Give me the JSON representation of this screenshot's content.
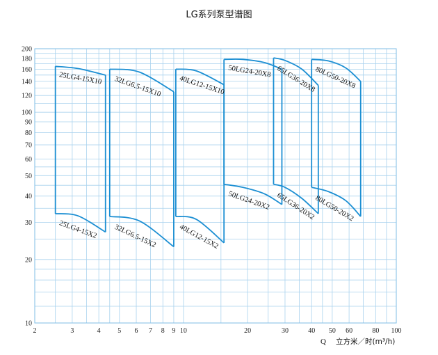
{
  "title": "LG系列泵型谱图",
  "chart_data": {
    "type": "line",
    "title": "LG系列泵型谱图",
    "x_scale": "log",
    "y_scale": "log",
    "xlim": [
      2,
      100
    ],
    "ylim": [
      10,
      200
    ],
    "x_ticks": [
      2,
      3,
      4,
      5,
      6,
      7,
      8,
      9,
      10,
      20,
      30,
      40,
      50,
      60,
      80,
      100
    ],
    "y_ticks": [
      10,
      20,
      30,
      40,
      50,
      60,
      70,
      80,
      90,
      100,
      120,
      140,
      160,
      180,
      200
    ],
    "xlabel_symbol": "Q",
    "xlabel": "立方米／时(m³/h)",
    "x_gridlines": [
      2,
      2.5,
      3,
      3.5,
      4,
      4.5,
      5,
      6,
      7,
      8,
      9,
      10,
      15,
      20,
      25,
      30,
      35,
      40,
      45,
      50,
      60,
      70,
      80,
      90,
      100
    ],
    "y_gridlines": [
      10,
      12,
      14,
      16,
      18,
      20,
      25,
      30,
      35,
      40,
      45,
      50,
      55,
      60,
      70,
      80,
      90,
      100,
      110,
      120,
      130,
      140,
      150,
      160,
      170,
      180,
      190,
      200
    ],
    "grid": true,
    "colors": {
      "curve": "#1c8fd3",
      "grid": "#a9d2ee",
      "frame": "#7fbde6"
    },
    "series": [
      {
        "name": "25LG4-15X10 / 25LG4-15X2",
        "top_label": "25LG4-15X10",
        "bottom_label": "25LG4-15X2",
        "q_min": 2.5,
        "q_max": 4.3,
        "top_curve": [
          [
            2.5,
            165
          ],
          [
            3.2,
            161
          ],
          [
            4.3,
            150
          ]
        ],
        "bottom_curve": [
          [
            2.5,
            33
          ],
          [
            3.2,
            32.2
          ],
          [
            4.3,
            27
          ]
        ]
      },
      {
        "name": "32LG6.5-15X10 / 32LG6.5-15X2",
        "top_label": "32LG6.5-15X10",
        "bottom_label": "32LG6.5-15X2",
        "q_min": 4.5,
        "q_max": 9.0,
        "top_curve": [
          [
            4.5,
            160
          ],
          [
            6.2,
            155
          ],
          [
            9.0,
            125
          ]
        ],
        "bottom_curve": [
          [
            4.5,
            32
          ],
          [
            6.2,
            30.5
          ],
          [
            9.0,
            23
          ]
        ]
      },
      {
        "name": "40LG12-15X10 / 40LG12-15X2",
        "top_label": "40LG12-15X10",
        "bottom_label": "40LG12-15X2",
        "q_min": 9.2,
        "q_max": 15.5,
        "top_curve": [
          [
            9.2,
            160
          ],
          [
            11.5,
            157
          ],
          [
            15.5,
            135
          ]
        ],
        "bottom_curve": [
          [
            9.2,
            32
          ],
          [
            11.5,
            31
          ],
          [
            15.5,
            24
          ]
        ]
      },
      {
        "name": "50LG24-20X8 / 50LG24-20X2",
        "top_label": "50LG24-20X8",
        "bottom_label": "50LG24-20X2",
        "q_min": 15.5,
        "q_max": 29,
        "top_curve": [
          [
            15.5,
            178
          ],
          [
            19,
            178
          ],
          [
            24,
            172
          ],
          [
            29,
            160
          ]
        ],
        "bottom_curve": [
          [
            15.5,
            45.5
          ],
          [
            19,
            44
          ],
          [
            24,
            41
          ],
          [
            29,
            36.5
          ]
        ]
      },
      {
        "name": "65LG36-20X8 / 65LG36-20X2",
        "top_label": "65LG36-20X8",
        "bottom_label": "65LG36-20X2",
        "q_min": 26.5,
        "q_max": 43,
        "top_curve": [
          [
            26.5,
            181
          ],
          [
            30,
            176
          ],
          [
            36,
            160
          ],
          [
            43,
            134
          ]
        ],
        "bottom_curve": [
          [
            26.5,
            45.5
          ],
          [
            30,
            44
          ],
          [
            36,
            39
          ],
          [
            43,
            33
          ]
        ]
      },
      {
        "name": "80LG50-20X8 / 80LG50-20X2",
        "top_label": "80LG50-20X8",
        "bottom_label": "80LG50-20X2",
        "q_min": 40,
        "q_max": 68,
        "top_curve": [
          [
            40,
            178
          ],
          [
            48,
            175
          ],
          [
            58,
            162
          ],
          [
            68,
            140
          ]
        ],
        "bottom_curve": [
          [
            40,
            44
          ],
          [
            48,
            42
          ],
          [
            58,
            38
          ],
          [
            68,
            32
          ]
        ]
      }
    ]
  }
}
